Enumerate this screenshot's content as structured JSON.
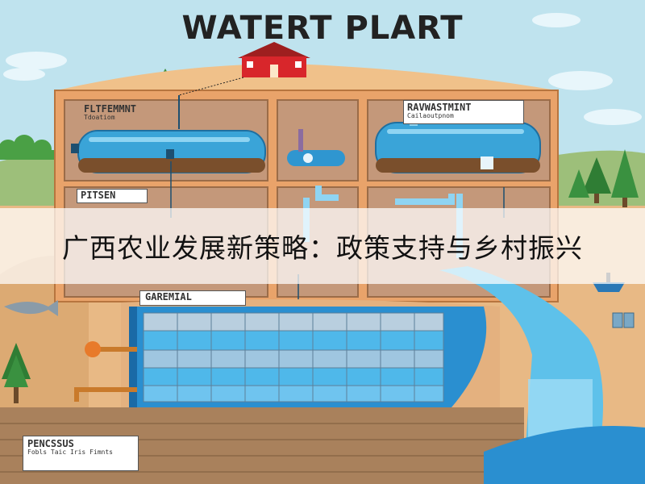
{
  "diagram": {
    "title": "WATERT PLART",
    "labels": {
      "top_left": "FLTFEMMNT",
      "top_left_sub": "Tdoatiom",
      "top_right": "RAVWASTMINT",
      "top_right_sub": "Cailaoutpnom",
      "mid_left": "PITSEN",
      "pool": "GAREMIAL",
      "bottom_left": "PENCSSUS",
      "bottom_left_sub": "Fobls Taic Iris Fimnts"
    }
  },
  "banner": {
    "text": "广西农业发展新策略：政策支持与乡村振兴"
  }
}
